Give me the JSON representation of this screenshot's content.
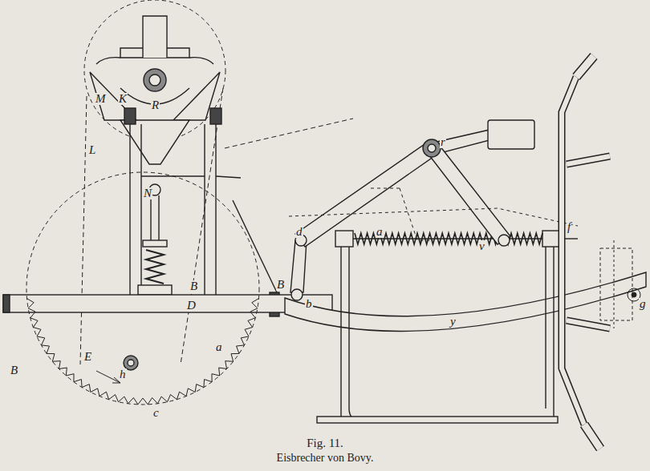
{
  "diagram": {
    "title": "Fig. 11.",
    "caption": "Eisbrecher von Bovy.",
    "labels": [
      "M",
      "K",
      "R",
      "L",
      "N",
      "B",
      "D",
      "E",
      "B",
      "a",
      "h",
      "c",
      "B",
      "d",
      "b",
      "a",
      "r",
      "v",
      "f",
      "g",
      "y"
    ]
  }
}
